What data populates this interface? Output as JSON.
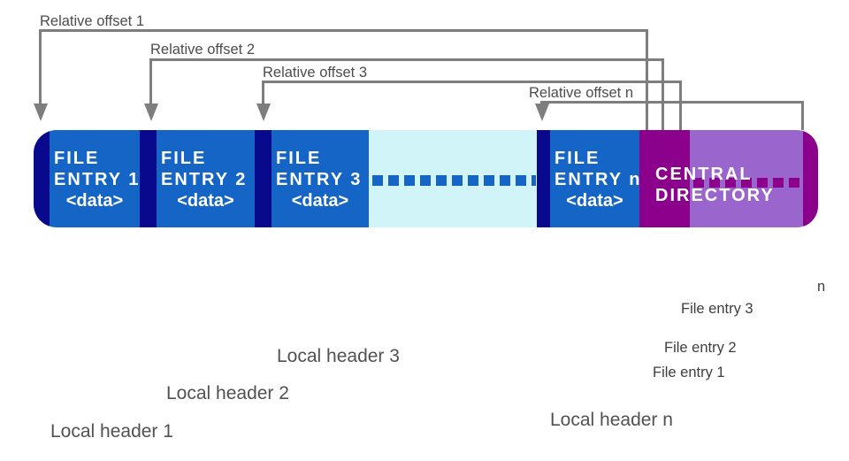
{
  "diagram": {
    "description": "ZIP file internal layout diagram",
    "arrows": [
      {
        "label": "Relative offset 1"
      },
      {
        "label": "Relative offset 2"
      },
      {
        "label": "Relative offset 3"
      },
      {
        "label": "Relative offset n"
      }
    ],
    "bar": {
      "entries": [
        {
          "word1": "FILE",
          "word2": "ENTRY 1",
          "data": "<data>"
        },
        {
          "word1": "FILE",
          "word2": "ENTRY 2",
          "data": "<data>"
        },
        {
          "word1": "FILE",
          "word2": "ENTRY 3",
          "data": "<data>"
        },
        {
          "word1": "FILE",
          "word2": "ENTRY n",
          "data": "<data>"
        }
      ],
      "central_directory": {
        "line1": "CENTRAL",
        "line2": "DIRECTORY"
      }
    },
    "bottom_labels": {
      "local_headers": [
        "Local header 1",
        "Local header 2",
        "Local header 3",
        "Local header n"
      ],
      "file_entries": [
        "File entry 1",
        "File entry 2",
        "File entry 3"
      ],
      "n_fragment": "n"
    },
    "colors": {
      "background": "#FFFFFF",
      "navy_header": "#09098D",
      "entry_blue": "#1565C7",
      "ellipsis_background_cyan": "#D0F4F8",
      "central_directory_magenta": "#8B018B",
      "central_directory_light_purple": "#9A66CE",
      "arrow_grey": "#7E7E7E",
      "offset_label_grey": "#4D4D4D",
      "local_header_label_grey": "#515151",
      "file_entry_label_grey": "#3E3E3E",
      "bar_text": "#FFFFFF"
    }
  }
}
